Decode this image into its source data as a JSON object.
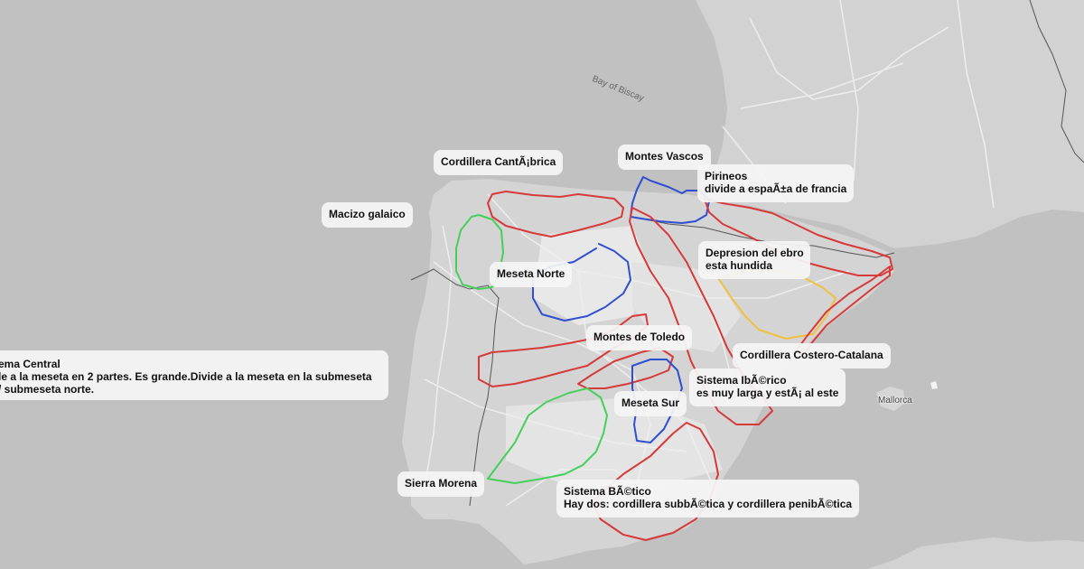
{
  "map": {
    "background_water": "#c1c1c1",
    "land_color": "#d6d6d6",
    "land_light": "#ececec",
    "road_color": "#f2f2f2",
    "border_color": "#555555",
    "place_labels": [
      {
        "id": "bay-of-biscay",
        "text": "Bay of Biscay"
      },
      {
        "id": "mallorca",
        "text": "Mallorca"
      }
    ]
  },
  "colors": {
    "red_outline": "#d63a3a",
    "blue_outline": "#2f4fd0",
    "green_outline": "#45d05a",
    "yellow_outline": "#f0c040"
  },
  "labels": [
    {
      "id": "sistema-central",
      "lines": [
        "ema Central",
        "le a la meseta en 2 partes. Es grande.Divide a la meseta en la submeseta",
        "/ submeseta norte."
      ]
    },
    {
      "id": "cordillera-cantabrica",
      "lines": [
        "Cordillera CantÃ¡brica"
      ]
    },
    {
      "id": "montes-vascos",
      "lines": [
        "Montes Vascos"
      ]
    },
    {
      "id": "pirineos",
      "lines": [
        "Pirineos",
        "divide a espaÃ±a de francia"
      ]
    },
    {
      "id": "macizo-galaico",
      "lines": [
        "Macizo galaico"
      ]
    },
    {
      "id": "meseta-norte",
      "lines": [
        "Meseta Norte"
      ]
    },
    {
      "id": "depresion-ebro",
      "lines": [
        "Depresion del ebro",
        "esta hundida"
      ]
    },
    {
      "id": "montes-toledo",
      "lines": [
        "Montes de Toledo"
      ]
    },
    {
      "id": "cordillera-costero-catalana",
      "lines": [
        "Cordillera Costero-Catalana"
      ]
    },
    {
      "id": "sistema-iberico",
      "lines": [
        "Sistema IbÃ©rico",
        "es muy larga y estÃ¡ al este"
      ]
    },
    {
      "id": "meseta-sur",
      "lines": [
        "Meseta Sur"
      ]
    },
    {
      "id": "sierra-morena",
      "lines": [
        "Sierra Morena"
      ]
    },
    {
      "id": "sistema-betico",
      "lines": [
        "Sistema BÃ©tico",
        "Hay dos: cordillera subbÃ©tica y cordillera penibÃ©tica"
      ]
    }
  ]
}
